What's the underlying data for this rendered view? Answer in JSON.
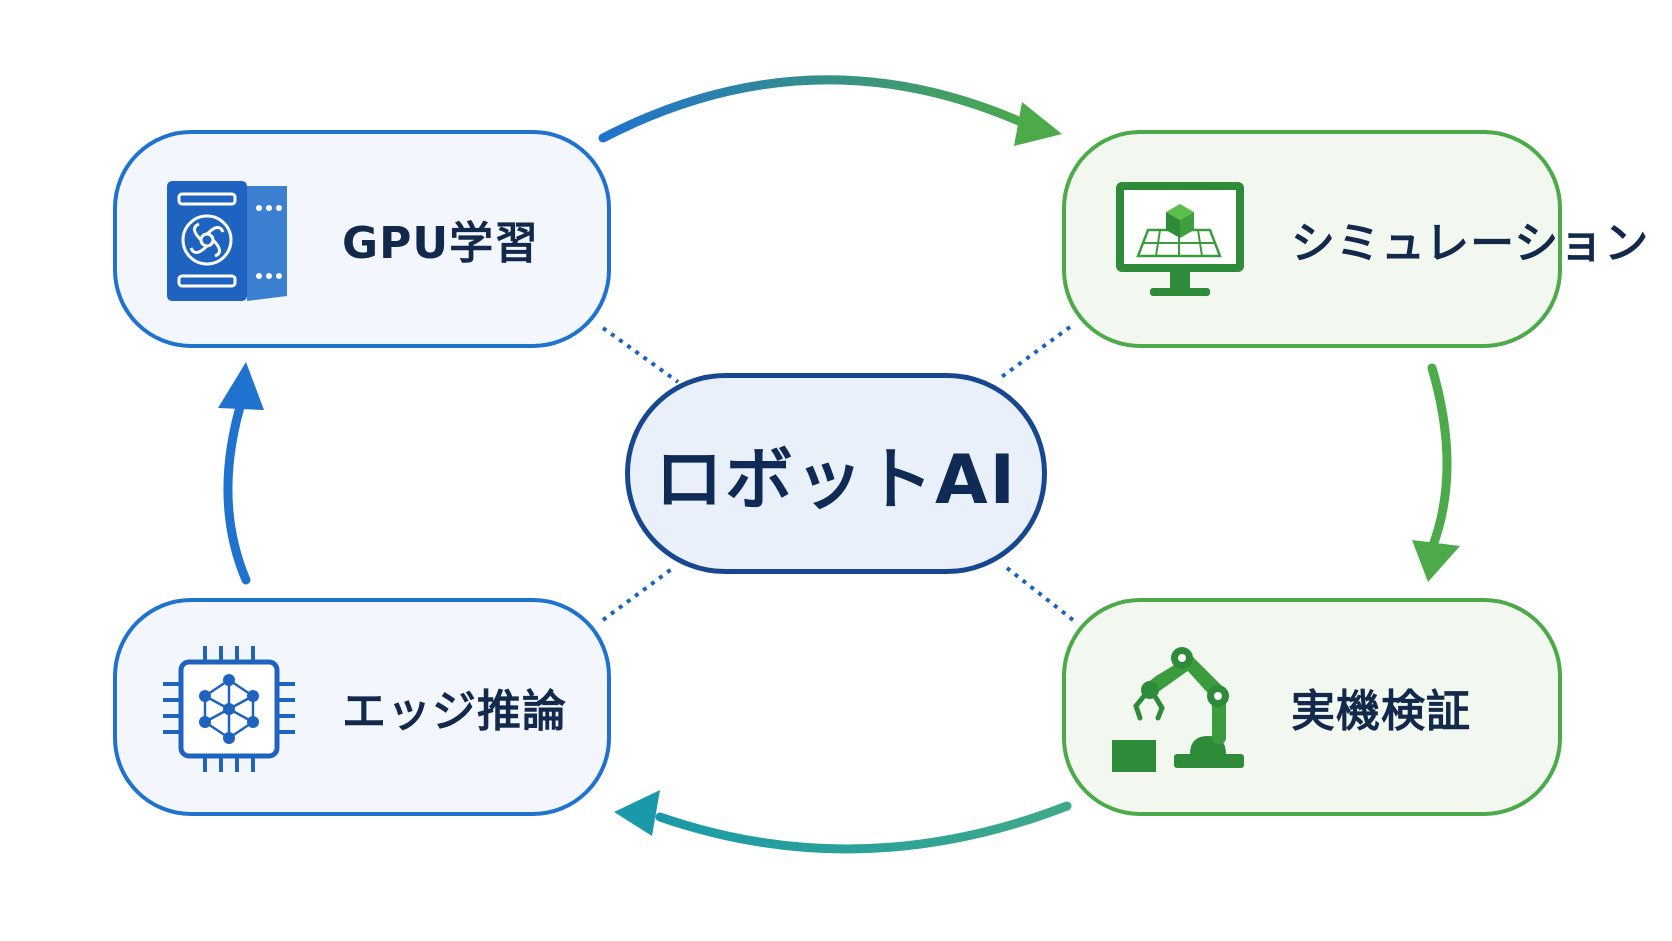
{
  "center": {
    "label": "ロボットAI",
    "color": "#17478f"
  },
  "nodes": [
    {
      "id": "gpu",
      "label": "GPU学習",
      "icon": "server-icon",
      "color": "#1f73cf"
    },
    {
      "id": "sim",
      "label": "シミュレーション",
      "icon": "monitor-3d-cube-icon",
      "color": "#4caa4a"
    },
    {
      "id": "real",
      "label": "実機検証",
      "icon": "robot-arm-icon",
      "color": "#4caa4a"
    },
    {
      "id": "edge",
      "label": "エッジ推論",
      "icon": "ai-chip-icon",
      "color": "#1f73cf"
    }
  ],
  "cycle": [
    "GPU学習",
    "シミュレーション",
    "実機検証",
    "エッジ推論"
  ],
  "connector_style": "dotted"
}
